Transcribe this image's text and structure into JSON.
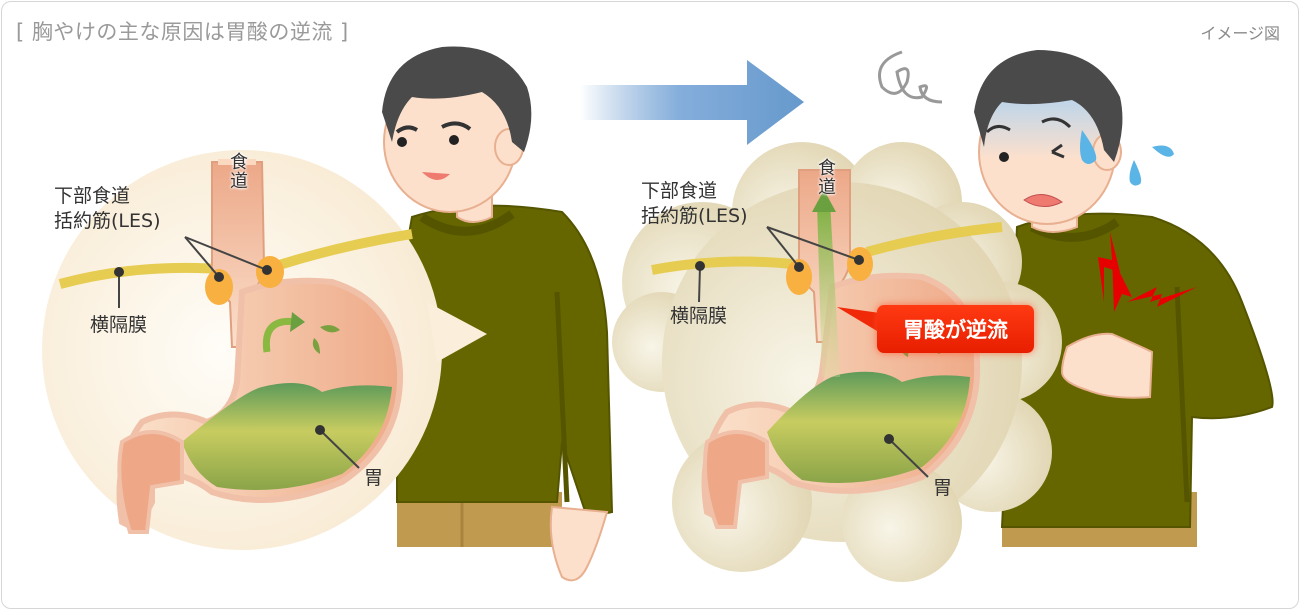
{
  "header": {
    "title": "[ 胸やけの主な原因は胃酸の逆流 ]",
    "image_note": "イメージ図"
  },
  "left_panel": {
    "state": "normal",
    "labels": {
      "esophagus": "食道",
      "les": [
        "下部食道",
        "括約筋(LES)"
      ],
      "diaphragm": "横隔膜",
      "stomach": "胃"
    }
  },
  "arrow": {
    "direction": "right",
    "color": "#6699cc"
  },
  "right_panel": {
    "state": "heartburn",
    "labels": {
      "esophagus": "食道",
      "les": [
        "下部食道",
        "括約筋(LES)"
      ],
      "diaphragm": "横隔膜",
      "stomach": "胃"
    },
    "callout": "胃酸が逆流",
    "callout_color": "#f02a08"
  },
  "colors": {
    "sweater": "#666600",
    "pants": "#c09a4e",
    "hair": "#4a4a4a",
    "skin": "#fde0cc",
    "bubble_left": "#fbefdc",
    "bubble_right": "#e6dcbc",
    "stomach_wall": "#f4b898",
    "acid": "#8aa840",
    "diaphragm": "#e6cc50",
    "les": "#f8b040",
    "pain_bolt": "#e60000",
    "sweat": "#5ab4e6"
  }
}
